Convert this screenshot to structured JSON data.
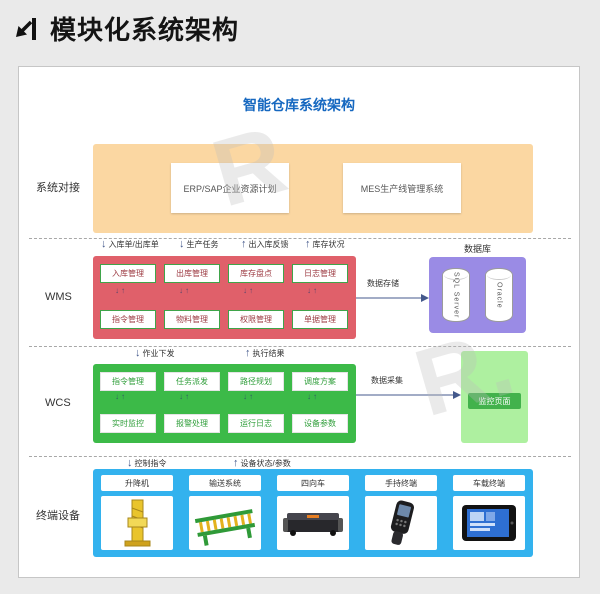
{
  "header": {
    "title": "模块化系统架构"
  },
  "icons": {
    "down_arrow": "↓",
    "up_arrow": "↑"
  },
  "watermark": {
    "glyph1": "R",
    "glyph2": "R."
  },
  "diagram": {
    "title": "智能仓库系统架构",
    "integration": {
      "label": "系统对接",
      "erp": "ERP/SAP企业资源计划",
      "mes": "MES生产线管理系统"
    },
    "flows1": {
      "f0": "入库单/出库单",
      "f1": "生产任务",
      "f2": "出入库反馈",
      "f3": "库存状况"
    },
    "wms": {
      "label": "WMS",
      "row1": [
        "入库管理",
        "出库管理",
        "库存盘点",
        "日志管理"
      ],
      "row2": [
        "指令管理",
        "物料管理",
        "权限管理",
        "单据管理"
      ]
    },
    "database": {
      "title": "数据库",
      "arrow": "数据存储",
      "db1": "SQL Server",
      "db2": "Oracle"
    },
    "flows2": {
      "down": "作业下发",
      "up": "执行结果"
    },
    "wcs": {
      "label": "WCS",
      "row1": [
        "指令管理",
        "任务派发",
        "路径规划",
        "调度方案"
      ],
      "row2": [
        "实时监控",
        "报警处理",
        "运行日志",
        "设备参数"
      ]
    },
    "monitor": {
      "label": "监控页面",
      "arrow": "数据采集"
    },
    "flows3": {
      "down": "控制指令",
      "up": "设备状态/参数"
    },
    "devices": {
      "label": "终端设备",
      "items": [
        "升降机",
        "输送系统",
        "四向车",
        "手持终端",
        "车载终端"
      ]
    }
  }
}
